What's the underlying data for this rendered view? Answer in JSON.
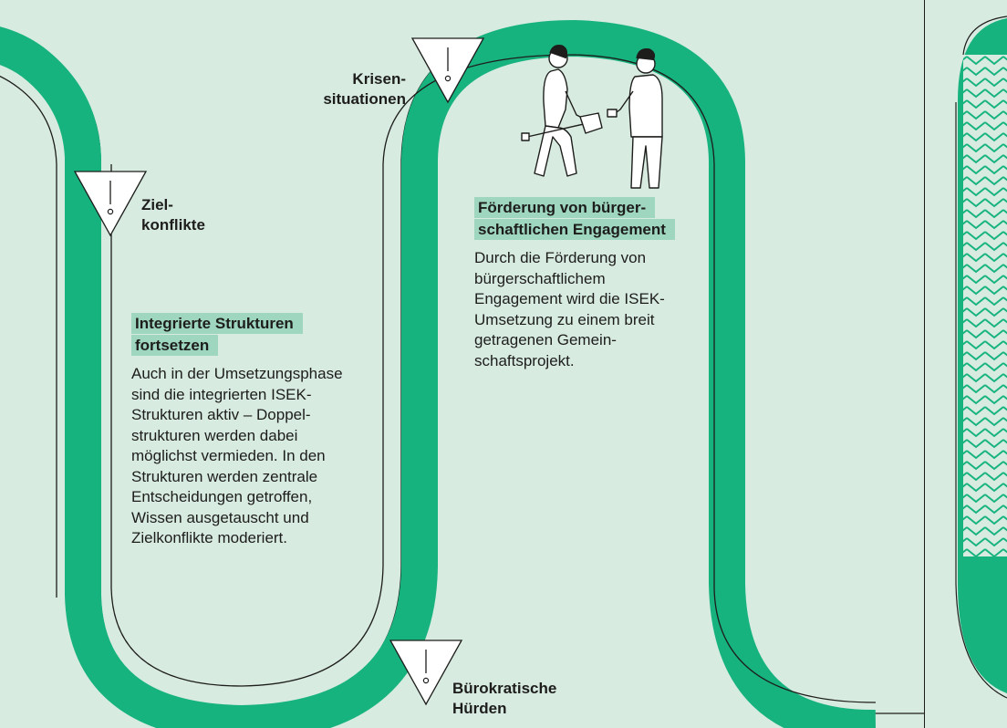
{
  "colors": {
    "background": "#d8ebe1",
    "road": "#17b37f",
    "highlight": "#9ed6bf",
    "line": "#1d1d1b"
  },
  "icons": [
    "warning-triangle-icon",
    "people-with-shovel-illustration",
    "zigzag-pattern"
  ],
  "warnings": {
    "zielkonflikte": {
      "line1": "Ziel-",
      "line2": "konflikte"
    },
    "krisen": {
      "line1": "Krisen-",
      "line2": "situationen"
    },
    "buerokratie": {
      "line1": "Bürokratische",
      "line2": "Hürden"
    }
  },
  "blocks": {
    "integrierte": {
      "title": "Integrierte Strukturen fortsetzen",
      "text": "Auch in der Umsetzungspha­se sind die integrierten ISEK-Strukturen aktiv – Doppel­strukturen werden dabei möglichst vermieden. In den Strukturen werden zentrale Entscheidungen getroffen, Wissen ausgetauscht und Zielkonflikte moderiert."
    },
    "foerderung": {
      "title": "Förderung von bürger­schaftlichen Engagement",
      "text": "Durch die Förderung von bürgerschaftlichem Engagement wird die ISEK-Umsetzung zu einem breit getragenen Gemein­schaftsprojekt."
    }
  }
}
